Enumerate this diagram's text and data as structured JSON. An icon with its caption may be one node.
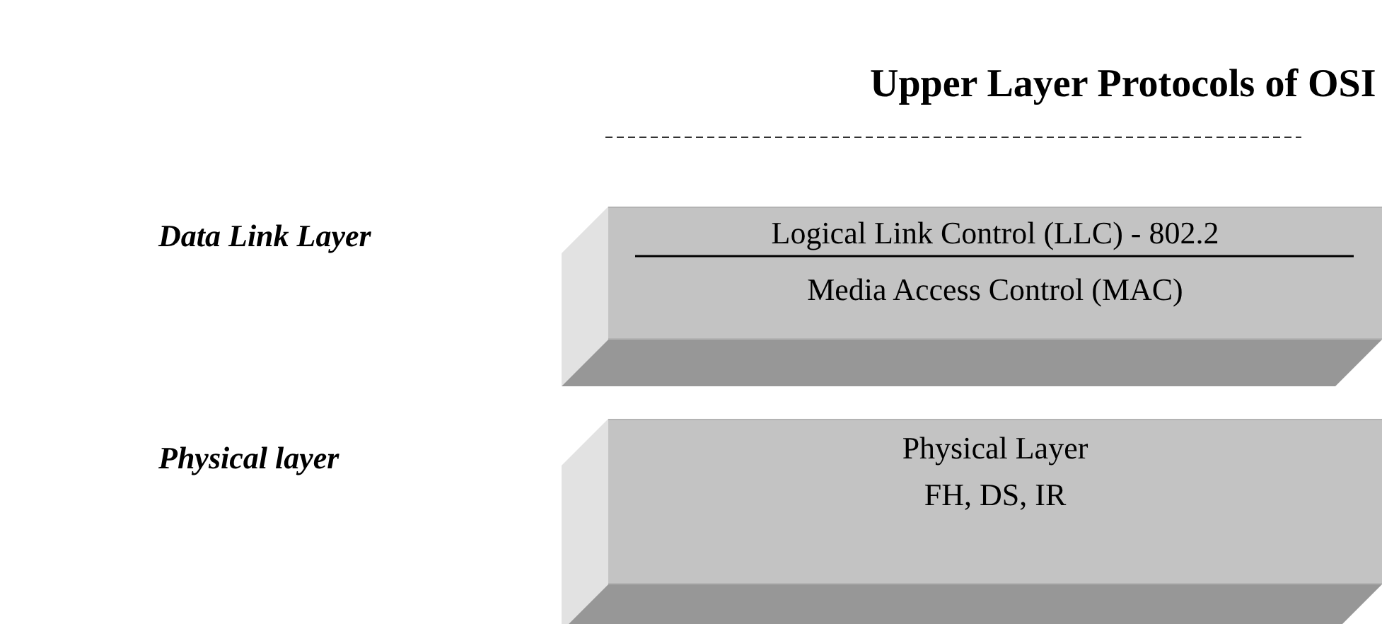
{
  "diagram": {
    "nodes": [
      {
        "text": [
          "Logical Link Control (LLC) - 802.2",
          "Media Access Control (MAC)"
        ]
      },
      {
        "text": [
          "Physical Layer",
          "FH, DS, IR"
        ]
      }
    ],
    "labels": [
      "Upper Layer Protocols of OSI",
      "Data Link Layer",
      "Physical layer"
    ]
  }
}
